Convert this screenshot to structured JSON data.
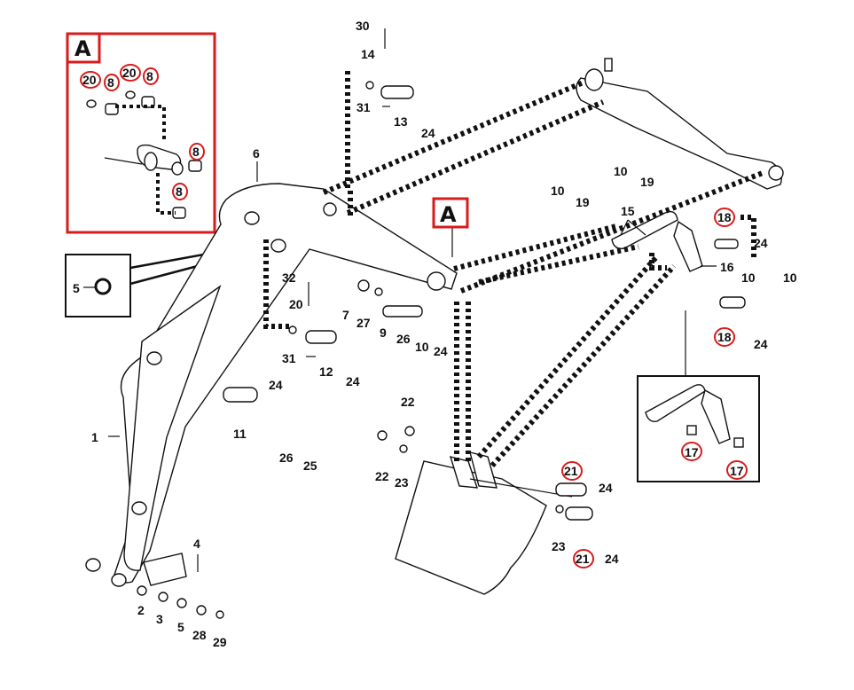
{
  "callouts": {
    "view_a_label": "A",
    "marker_a_label": "A"
  },
  "labels": {
    "n1": "1",
    "n2": "2",
    "n3": "3",
    "n4": "4",
    "n5a": "5",
    "n5b": "5",
    "n6": "6",
    "n7": "7",
    "n8a": "8",
    "n8b": "8",
    "n8c": "8",
    "n8d": "8",
    "n9": "9",
    "n10a": "10",
    "n10b": "10",
    "n10c": "10",
    "n10d": "10",
    "n10e": "10",
    "n11": "11",
    "n12": "12",
    "n13": "13",
    "n14": "14",
    "n15": "15",
    "n16": "16",
    "n17a": "17",
    "n17b": "17",
    "n18a": "18",
    "n18b": "18",
    "n19a": "19",
    "n19b": "19",
    "n20a": "20",
    "n20b": "20",
    "n20c": "20",
    "n21a": "21",
    "n21b": "21",
    "n22a": "22",
    "n22b": "22",
    "n23a": "23",
    "n23b": "23",
    "n24a": "24",
    "n24b": "24",
    "n24c": "24",
    "n24d": "24",
    "n24e": "24",
    "n24f": "24",
    "n24g": "24",
    "n24h": "24",
    "n25": "25",
    "n26a": "26",
    "n26b": "26",
    "n27": "27",
    "n28": "28",
    "n29": "29",
    "n30": "30",
    "n31a": "31",
    "n31b": "31",
    "n32": "32"
  },
  "colors": {
    "highlight": "#d81b1b",
    "ink": "#111111"
  }
}
